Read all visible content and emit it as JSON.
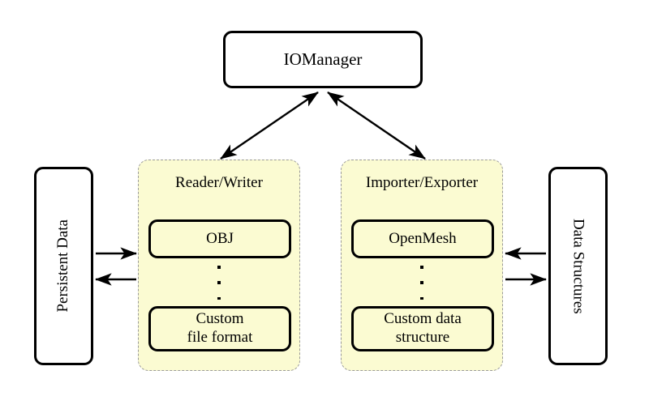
{
  "diagram": {
    "title": "IOManager architecture diagram",
    "background_color": "#ffffff",
    "panel_fill_color": "#fbfbd2",
    "panel_border_color": "#9a9a9a",
    "line_color": "#000000",
    "manager": {
      "label": "IOManager"
    },
    "left_store": {
      "label": "Persistent Data"
    },
    "right_store": {
      "label": "Data Structures"
    },
    "groups": [
      {
        "id": "reader-writer",
        "title": "Reader/Writer",
        "items": [
          "OBJ",
          "Custom\nfile format"
        ],
        "item_top_label": "OBJ",
        "item_bottom_line1": "Custom",
        "item_bottom_line2": "file format",
        "ellipsis": "vertical-dots"
      },
      {
        "id": "importer-exporter",
        "title": "Importer/Exporter",
        "items": [
          "OpenMesh",
          "Custom data\nstructure"
        ],
        "item_top_label": "OpenMesh",
        "item_bottom_line1": "Custom data",
        "item_bottom_line2": "structure",
        "ellipsis": "vertical-dots"
      }
    ],
    "connections": [
      {
        "id": "manager-to-reader-writer",
        "from": "IOManager",
        "to": "Reader/Writer",
        "style": "double-headed-arrow"
      },
      {
        "id": "manager-to-importer-exporter",
        "from": "IOManager",
        "to": "Importer/Exporter",
        "style": "double-headed-arrow"
      },
      {
        "id": "persistent-data-to-reader-writer",
        "from": "Persistent Data",
        "to": "Reader/Writer",
        "style": "single-arrow-right"
      },
      {
        "id": "reader-writer-to-persistent-data",
        "from": "Reader/Writer",
        "to": "Persistent Data",
        "style": "single-arrow-left"
      },
      {
        "id": "data-structures-to-importer-exporter",
        "from": "Data Structures",
        "to": "Importer/Exporter",
        "style": "single-arrow-left"
      },
      {
        "id": "importer-exporter-to-data-structures",
        "from": "Importer/Exporter",
        "to": "Data Structures",
        "style": "single-arrow-right"
      }
    ]
  }
}
